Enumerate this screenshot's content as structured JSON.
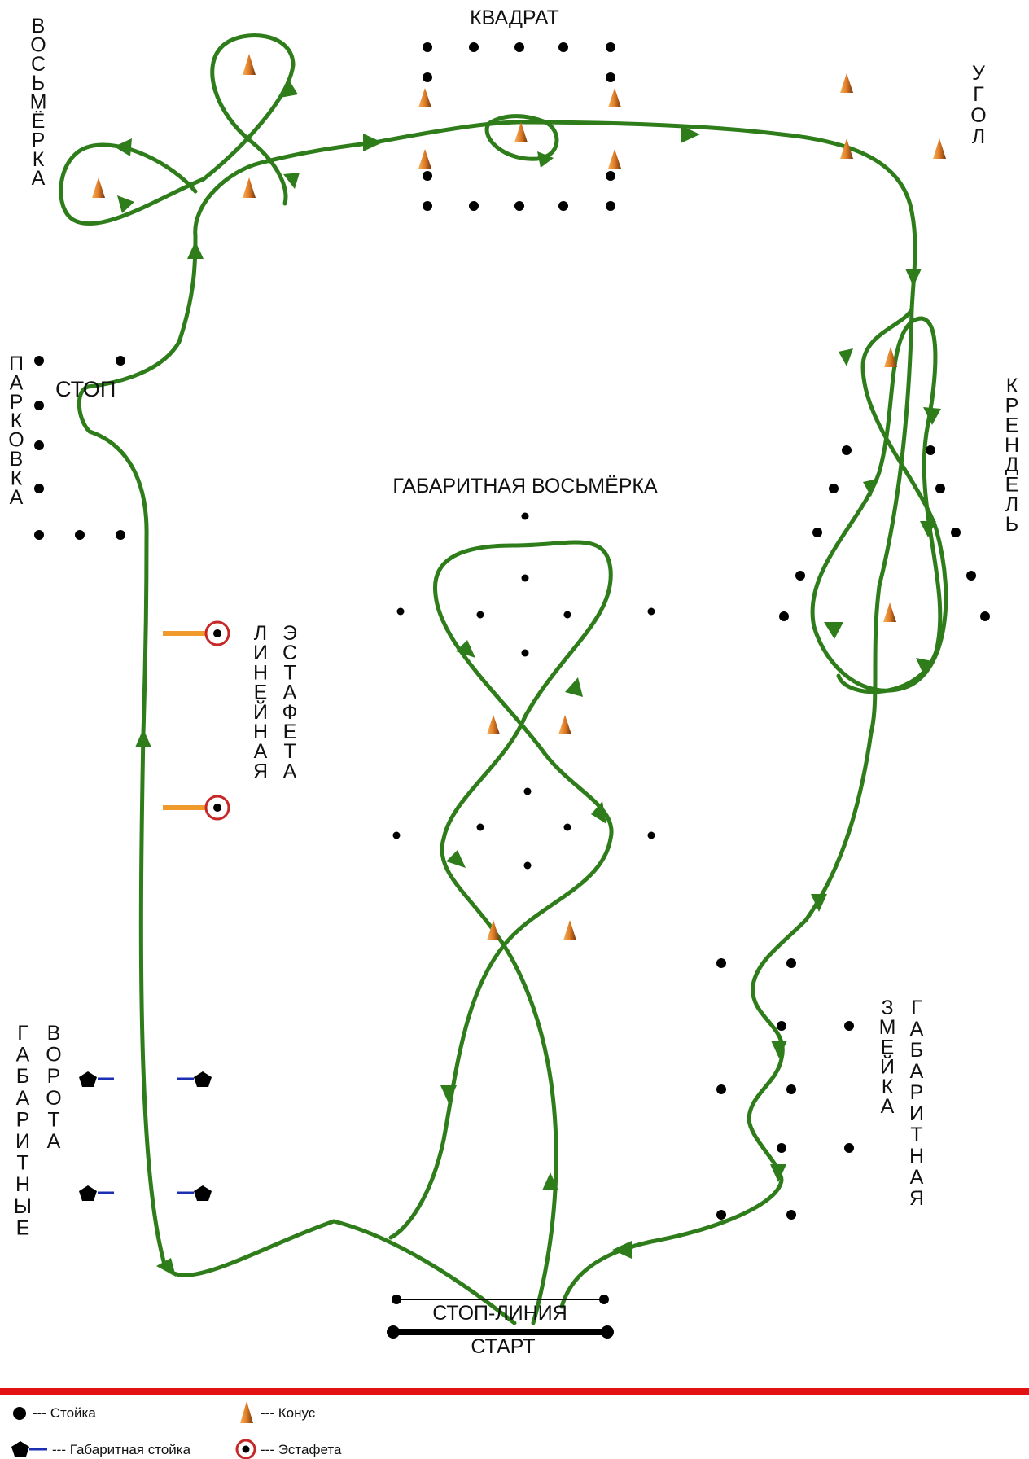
{
  "zones": {
    "kvadrat": "КВАДРАТ",
    "vosmerka": "ВОСЬМЁРКА",
    "ugol": "УГОЛ",
    "parkovka": "ПАРКОВКА",
    "stop": "СТОП",
    "gabaritnaya_vosmerka": "ГАБАРИТНАЯ ВОСЬМЁРКА",
    "krendel": "КРЕНДЕЛЬ",
    "lineynaya": "ЛИНЕЙНАЯ",
    "estafeta": "ЭСТАФЕТА",
    "gabaritnye": "ГАБАРИТНЫЕ",
    "vorota": "ВОРОТА",
    "zmeyka": "ЗМЕЙКА",
    "gabaritnaya": "ГАБАРИТНАЯ",
    "stop_line": "СТОП-ЛИНИЯ",
    "start": "СТАРТ"
  },
  "legend": {
    "stoyka": "--- Стойка",
    "konus": "--- Конус",
    "gabaritnaya_stoyka": "--- Габаритная стойка",
    "estafeta": "--- Эстафета"
  },
  "colors": {
    "route": "#2e7d1a",
    "separator": "#e31313",
    "relay_bar": "#f09a2b",
    "relay_ring": "#c62828",
    "gate_bar": "#1b2fb5",
    "cone_light": "#f3a14a",
    "cone_dark": "#7a3a10"
  }
}
